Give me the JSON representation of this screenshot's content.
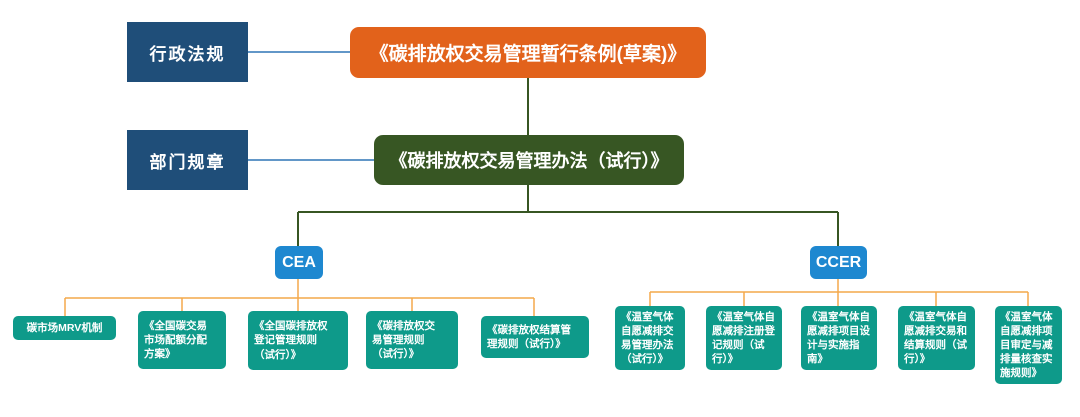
{
  "levels": {
    "regulation": "行政法规",
    "department": "部门规章"
  },
  "top": {
    "title": "《碳排放权交易管理暂行条例(草案)》"
  },
  "middle": {
    "title": "《碳排放权交易管理办法（试行）》"
  },
  "categories": {
    "cea": "CEA",
    "ccer": "CCER"
  },
  "cea_items": [
    "碳市场MRV机制",
    "《全国碳交易\n市场配额分配\n方案》",
    "《全国碳排放权\n登记管理规则\n（试行）》",
    "《碳排放权交\n易管理规则\n（试行）》",
    "《碳排放权结算管\n理规则（试行）》"
  ],
  "ccer_items": [
    "《温室气体\n自愿减排交\n易管理办法\n（试行）》",
    "《温室气体自\n愿减排注册登\n记规则（试\n行）》",
    "《温室气体自\n愿减排项目设\n计与实施指\n南》",
    "《温室气体自\n愿减排交易和\n结算规则（试\n行）》",
    "《温室气体\n自愿减排项\n目审定与减\n排量核查实\n施规则》"
  ],
  "colors": {
    "level": "#1f4e79",
    "top": "#e2621b",
    "middle": "#375623",
    "category": "#1e88d0",
    "leaf": "#0e9a8a",
    "line_blue": "#2e75b6",
    "line_green": "#375623",
    "line_orange": "#f4a84a"
  }
}
